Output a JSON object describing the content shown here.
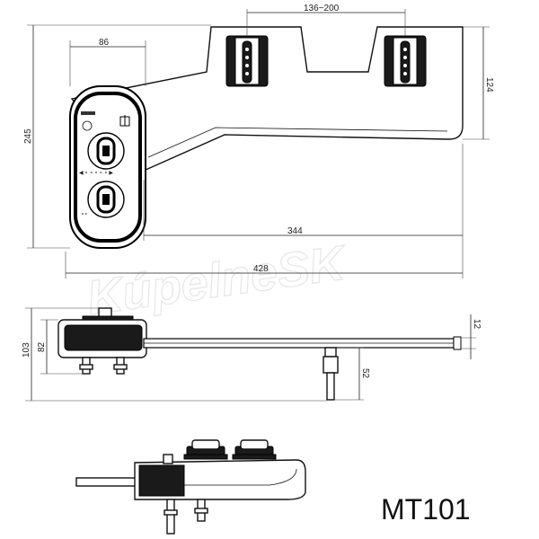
{
  "model": "MT101",
  "watermark": "KúpelneSK",
  "dimensions": {
    "top_width_total": "428",
    "top_length": "344",
    "top_height": "245",
    "top_rear_height": "124",
    "top_panel_width": "86",
    "top_bracket_spacing": "136~200",
    "side_height_total": "103",
    "side_body_height": "82",
    "side_rail_thickness": "12",
    "side_hose_length": "52"
  }
}
